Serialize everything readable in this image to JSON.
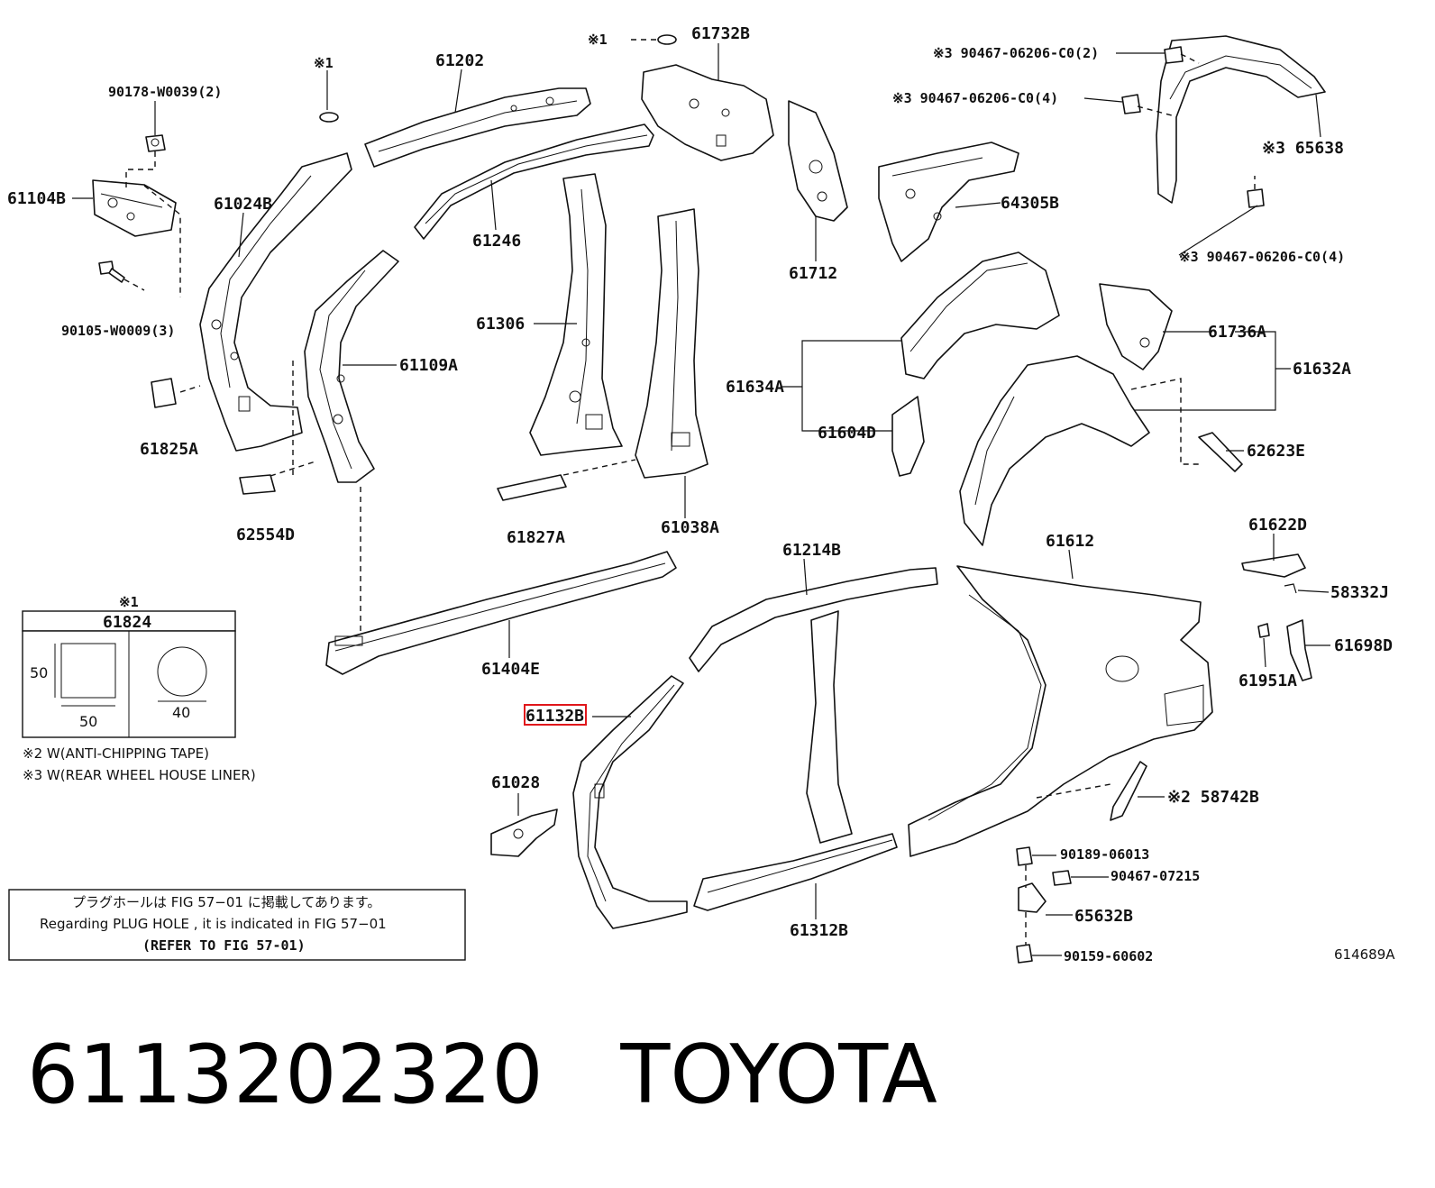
{
  "callouts": {
    "c61202": "61202",
    "c61732B": "61732B",
    "c90467_2": "※3 90467-06206-C0(2)",
    "c90467_4a": "※3 90467-06206-C0(4)",
    "c65638": "※3 65638",
    "c90467_4b": "※3 90467-06206-C0(4)",
    "c90178": "90178-W0039(2)",
    "c61104B": "61104B",
    "c61024B": "61024B",
    "c61246": "61246",
    "c64305B": "64305B",
    "c61712": "61712",
    "c90105": "90105-W0009(3)",
    "c61306": "61306",
    "c61109A": "61109A",
    "c61736A": "61736A",
    "c61632A": "61632A",
    "c61634A": "61634A",
    "c61604D": "61604D",
    "c62623E": "62623E",
    "c61825A": "61825A",
    "c62554D": "62554D",
    "c61827A": "61827A",
    "c61038A": "61038A",
    "c61214B": "61214B",
    "c61612": "61612",
    "c61622D": "61622D",
    "c58332J": "58332J",
    "c61698D": "61698D",
    "c61951A": "61951A",
    "c61404E": "61404E",
    "c61132B": "61132B",
    "c61028": "61028",
    "c58742B": "※2 58742B",
    "c90189": "90189-06013",
    "c90467_07215": "90467-07215",
    "c65632B": "65632B",
    "c61312B": "61312B",
    "c90159": "90159-60602",
    "mark1_a": "※1",
    "mark1_b": "※1"
  },
  "plug_table": {
    "mark": "※1",
    "part": "61824",
    "square_dim_h": "50",
    "square_dim_w": "50",
    "circle_dim": "40"
  },
  "notes": {
    "note2": "※2 W(ANTI-CHIPPING TAPE)",
    "note3": "※3 W(REAR WHEEL HOUSE LINER)"
  },
  "reference_box": {
    "line1": "プラグホールは FIG 57−01 に掲載してあります。",
    "line2": "Regarding  PLUG  HOLE , it is indicated in  FIG  57−01",
    "line3": "(REFER TO FIG 57-01)"
  },
  "figure_id": "614689A",
  "caption": "6113202320   TOYOTA",
  "colors": {
    "highlight": "#e0161b",
    "ink": "#111111"
  }
}
